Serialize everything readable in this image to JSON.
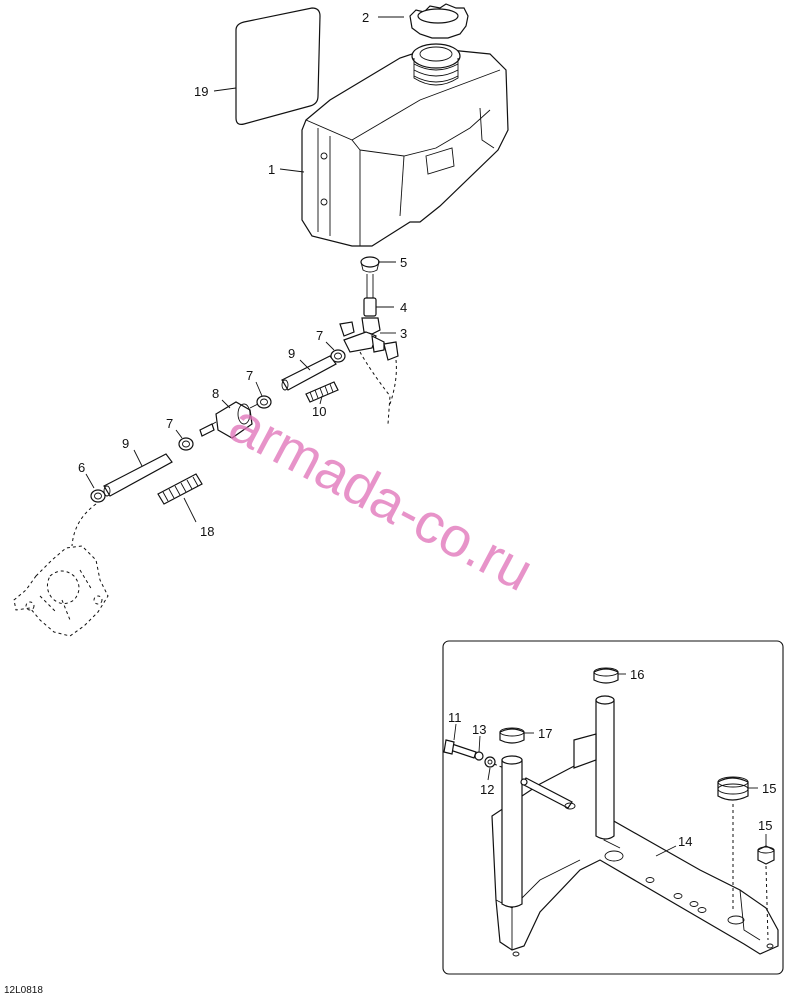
{
  "figure": {
    "reference": "12L0818",
    "watermark": "armada-co.ru"
  },
  "callouts": [
    {
      "id": "c1",
      "label": "1"
    },
    {
      "id": "c2",
      "label": "2"
    },
    {
      "id": "c3",
      "label": "3"
    },
    {
      "id": "c4",
      "label": "4"
    },
    {
      "id": "c5",
      "label": "5"
    },
    {
      "id": "c6",
      "label": "6"
    },
    {
      "id": "c7a",
      "label": "7"
    },
    {
      "id": "c7b",
      "label": "7"
    },
    {
      "id": "c7c",
      "label": "7"
    },
    {
      "id": "c8",
      "label": "8"
    },
    {
      "id": "c9a",
      "label": "9"
    },
    {
      "id": "c9b",
      "label": "9"
    },
    {
      "id": "c10",
      "label": "10"
    },
    {
      "id": "c11",
      "label": "11"
    },
    {
      "id": "c12",
      "label": "12"
    },
    {
      "id": "c13",
      "label": "13"
    },
    {
      "id": "c14",
      "label": "14"
    },
    {
      "id": "c15a",
      "label": "15"
    },
    {
      "id": "c15b",
      "label": "15"
    },
    {
      "id": "c16",
      "label": "16"
    },
    {
      "id": "c17",
      "label": "17"
    },
    {
      "id": "c18",
      "label": "18"
    },
    {
      "id": "c19",
      "label": "19"
    }
  ]
}
